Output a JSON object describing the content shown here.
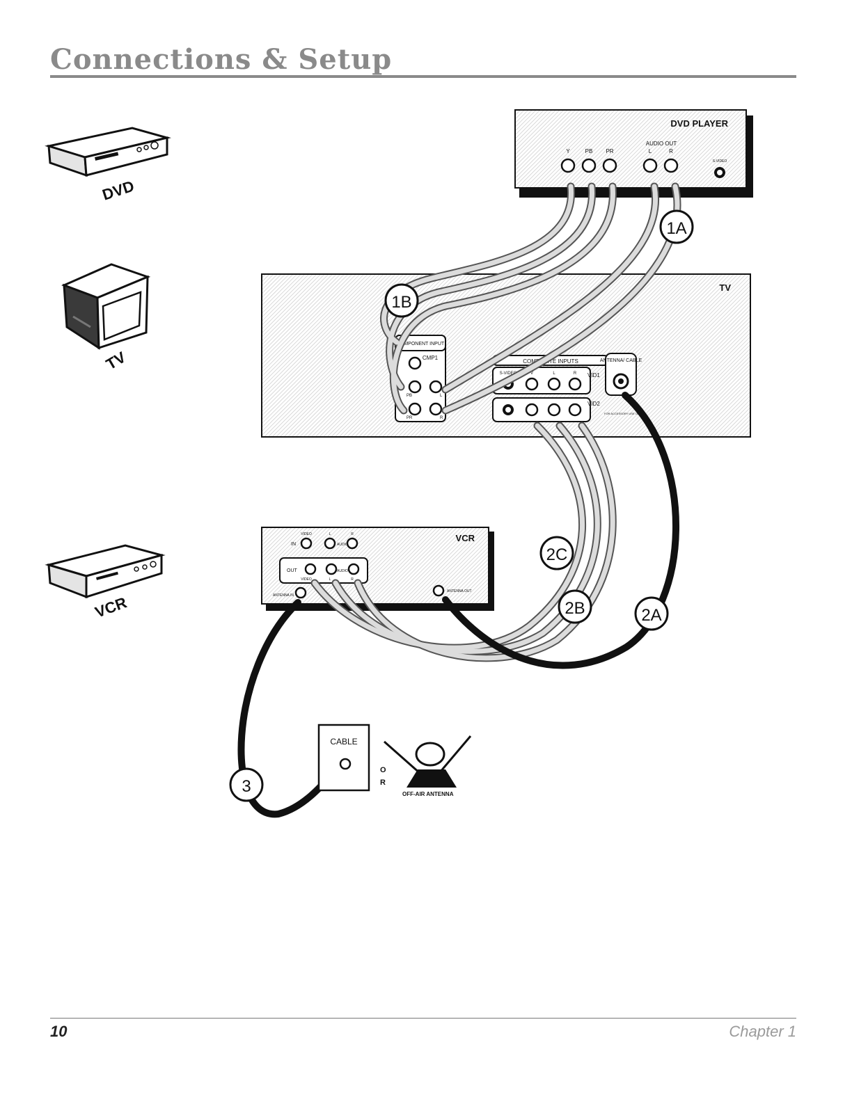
{
  "header": {
    "title": "Connections & Setup"
  },
  "devices": {
    "dvd_caption": "DVD",
    "tv_caption": "TV",
    "vcr_caption": "VCR"
  },
  "dvd_player": {
    "title": "DVD PLAYER",
    "audio_out": "AUDIO OUT",
    "jack_y": "Y",
    "jack_pb": "PB",
    "jack_pr": "PR",
    "jack_l": "L",
    "jack_r": "R",
    "svideo": "S-VIDEO"
  },
  "tv": {
    "title": "TV",
    "component_input": "COMPONENT INPUT",
    "cmp1": "CMP1",
    "pb": "PB",
    "pr": "PR",
    "l": "L",
    "r": "R",
    "composite_inputs": "COMPOSITE INPUTS",
    "s_video": "S-VIDEO",
    "v": "V",
    "vid1": "VID1",
    "vid2": "VID2",
    "antenna_cable": "ANTENNA/ CABLE",
    "accessory_note": "FOR ACCESSORY USE ONLY"
  },
  "vcr": {
    "title": "VCR",
    "in": "IN",
    "out": "OUT",
    "video": "VIDEO",
    "audio": "AUDIO",
    "l": "L",
    "r": "R",
    "antenna_in": "ANTENNA IN",
    "antenna_out": "ANTENNA OUT"
  },
  "steps": [
    "1A",
    "1B",
    "2A",
    "2B",
    "2C",
    "3"
  ],
  "cable_box": {
    "label": "CABLE"
  },
  "or_text": [
    "O",
    "R"
  ],
  "antenna_label": "OFF-AIR ANTENNA",
  "footer": {
    "page_number": "10",
    "chapter": "Chapter 1"
  }
}
